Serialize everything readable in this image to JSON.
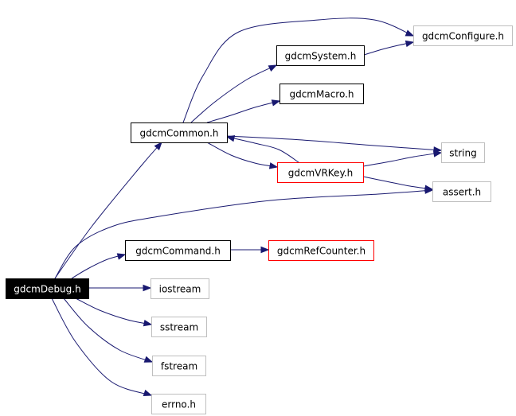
{
  "diagram": {
    "nodes": [
      {
        "id": "gdcmDebug",
        "label": "gdcmDebug.h",
        "style": "root"
      },
      {
        "id": "gdcmCommon",
        "label": "gdcmCommon.h",
        "style": "normal"
      },
      {
        "id": "gdcmSystem",
        "label": "gdcmSystem.h",
        "style": "normal"
      },
      {
        "id": "gdcmConfigure",
        "label": "gdcmConfigure.h",
        "style": "external"
      },
      {
        "id": "gdcmMacro",
        "label": "gdcmMacro.h",
        "style": "normal"
      },
      {
        "id": "gdcmVRKey",
        "label": "gdcmVRKey.h",
        "style": "truncated"
      },
      {
        "id": "string",
        "label": "string",
        "style": "external"
      },
      {
        "id": "assert",
        "label": "assert.h",
        "style": "external"
      },
      {
        "id": "gdcmCommand",
        "label": "gdcmCommand.h",
        "style": "normal"
      },
      {
        "id": "gdcmRefCounter",
        "label": "gdcmRefCounter.h",
        "style": "truncated"
      },
      {
        "id": "iostream",
        "label": "iostream",
        "style": "external"
      },
      {
        "id": "sstream",
        "label": "sstream",
        "style": "external"
      },
      {
        "id": "fstream",
        "label": "fstream",
        "style": "external"
      },
      {
        "id": "errno",
        "label": "errno.h",
        "style": "external"
      }
    ],
    "edges": [
      {
        "from": "gdcmDebug",
        "to": "gdcmCommon"
      },
      {
        "from": "gdcmDebug",
        "to": "assert"
      },
      {
        "from": "gdcmDebug",
        "to": "gdcmCommand"
      },
      {
        "from": "gdcmDebug",
        "to": "iostream"
      },
      {
        "from": "gdcmDebug",
        "to": "sstream"
      },
      {
        "from": "gdcmDebug",
        "to": "fstream"
      },
      {
        "from": "gdcmDebug",
        "to": "errno"
      },
      {
        "from": "gdcmCommon",
        "to": "gdcmConfigure"
      },
      {
        "from": "gdcmCommon",
        "to": "gdcmSystem"
      },
      {
        "from": "gdcmCommon",
        "to": "gdcmMacro"
      },
      {
        "from": "gdcmCommon",
        "to": "string"
      },
      {
        "from": "gdcmCommon",
        "to": "gdcmVRKey"
      },
      {
        "from": "gdcmSystem",
        "to": "gdcmConfigure"
      },
      {
        "from": "gdcmVRKey",
        "to": "gdcmCommon"
      },
      {
        "from": "gdcmVRKey",
        "to": "string"
      },
      {
        "from": "gdcmVRKey",
        "to": "assert"
      },
      {
        "from": "gdcmCommand",
        "to": "gdcmRefCounter"
      }
    ],
    "colors": {
      "edge": "#191970",
      "root_fill": "#000000",
      "root_text": "#ffffff",
      "normal_border": "#000000",
      "external_border": "#bfbfbf",
      "truncated_border": "#ff0000",
      "text": "#000000"
    }
  }
}
